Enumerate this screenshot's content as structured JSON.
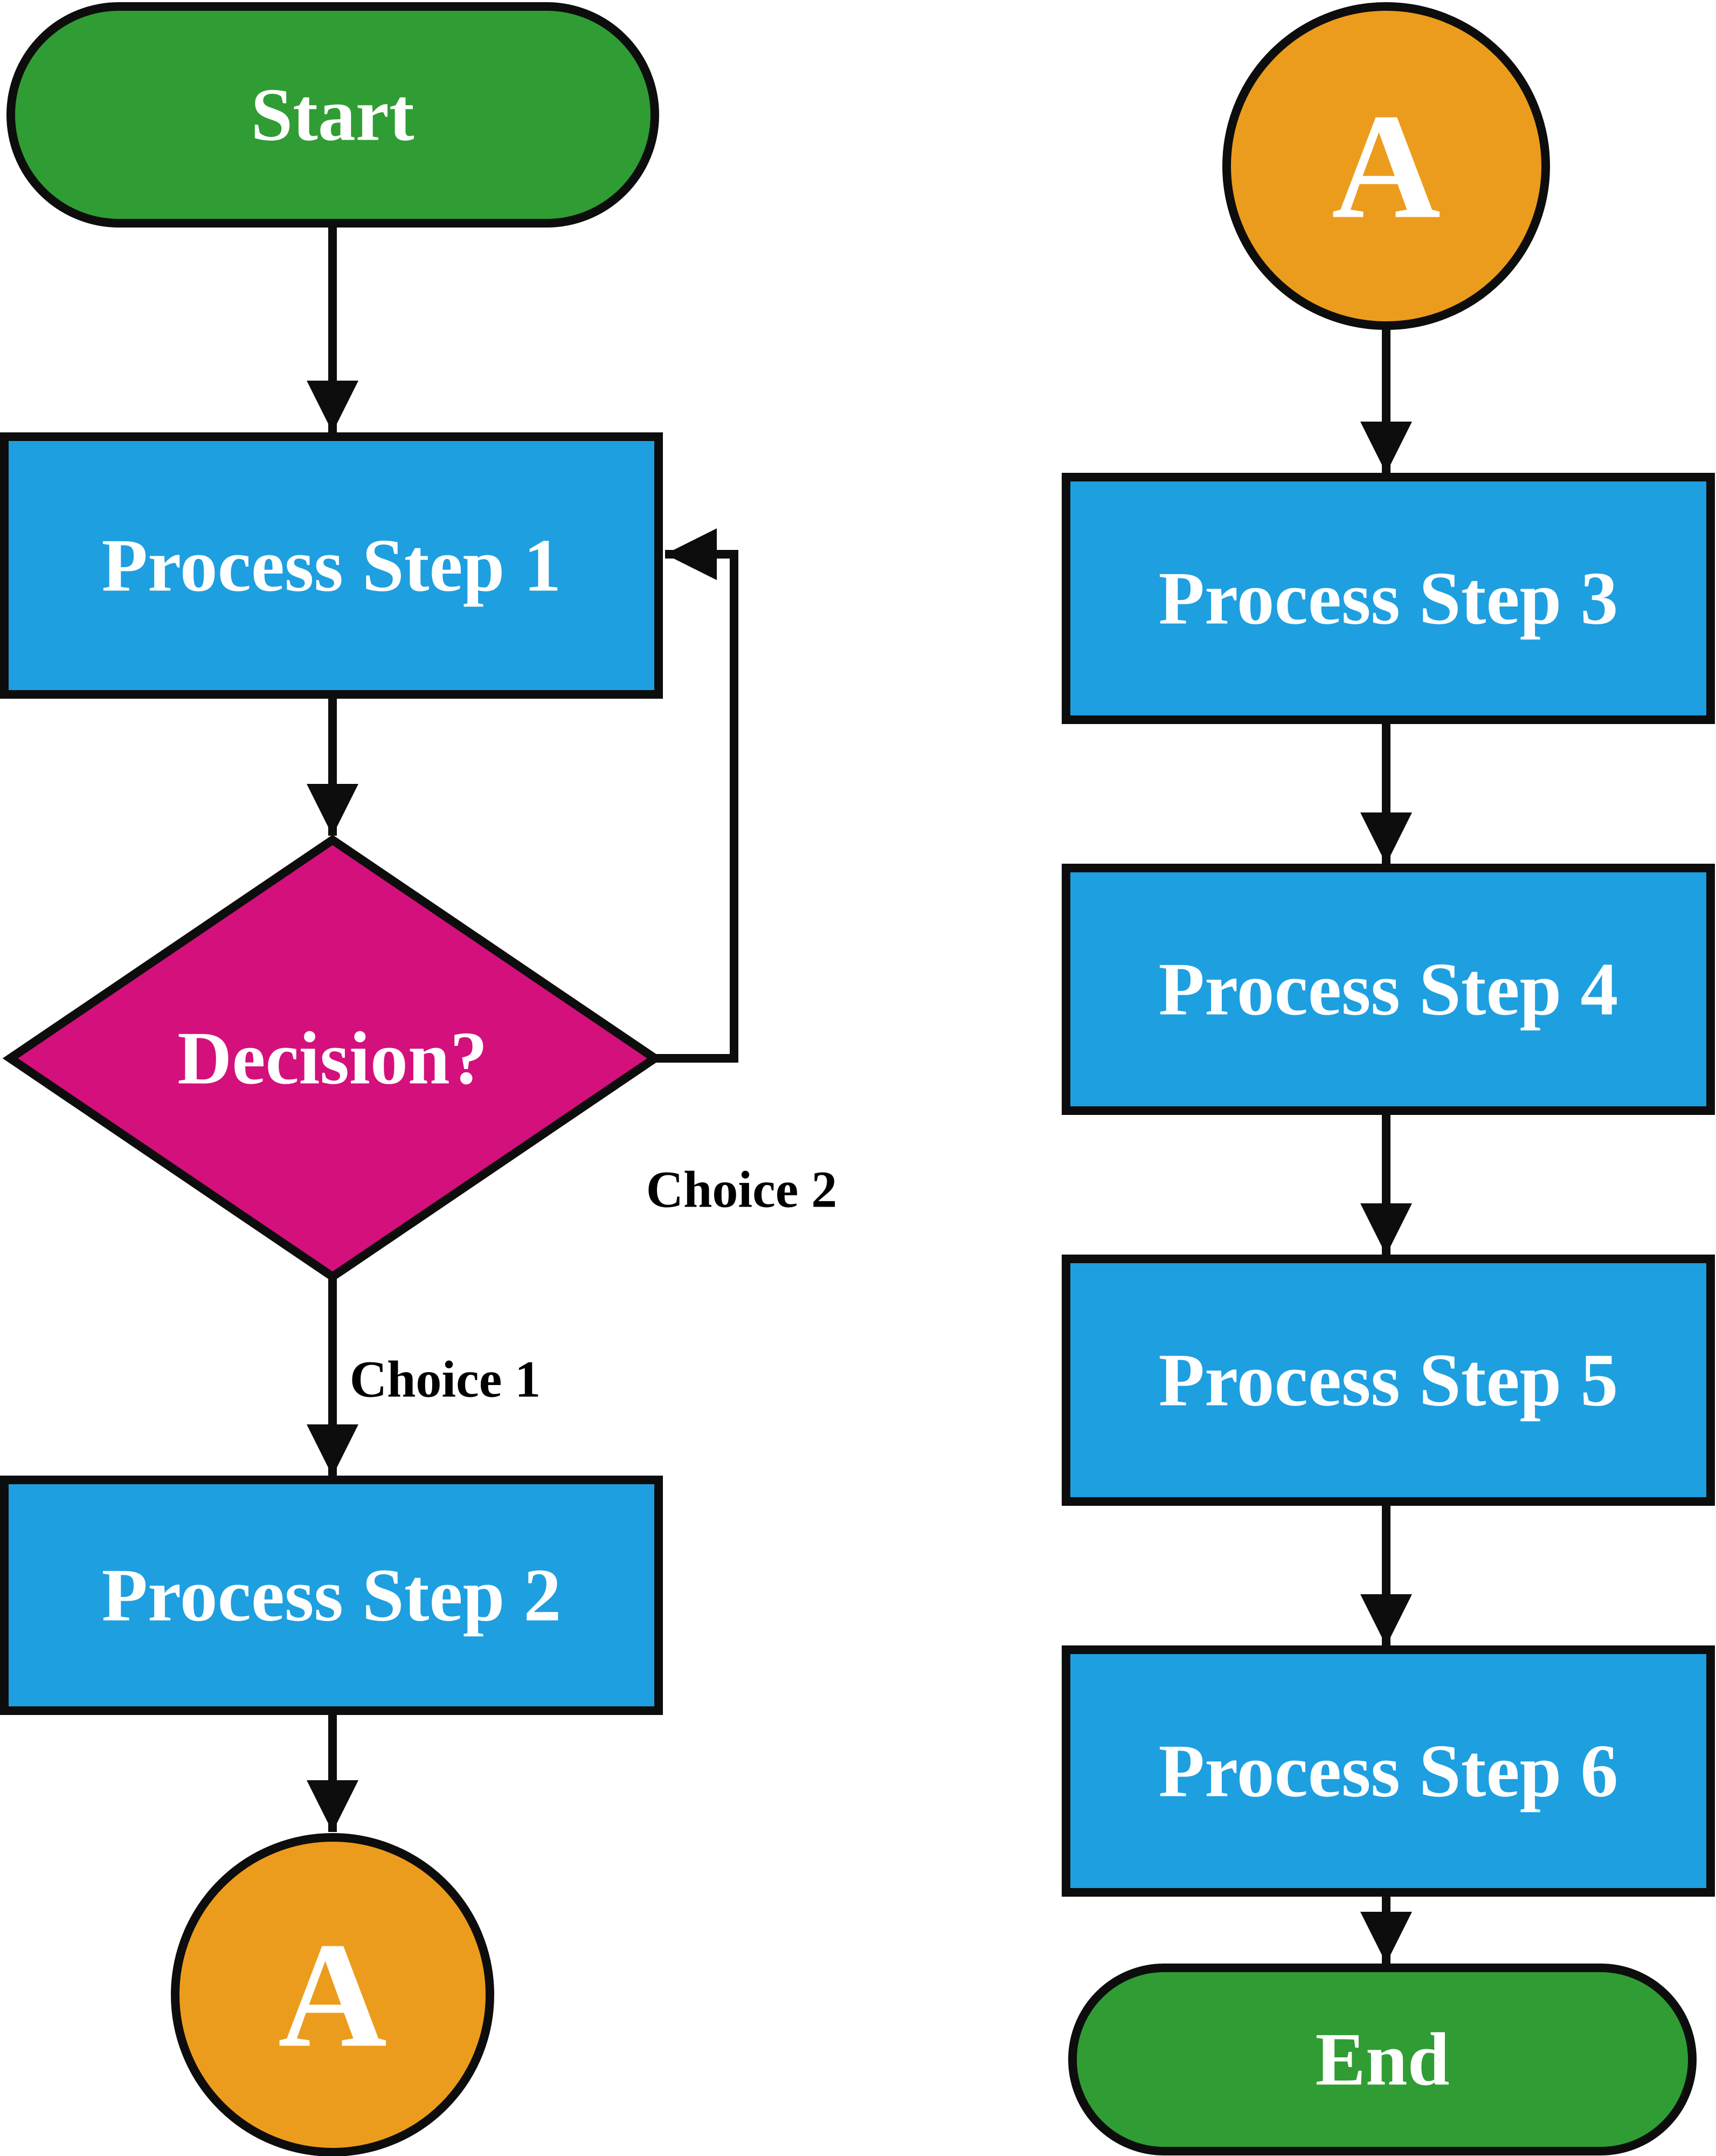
{
  "diagram": {
    "type": "flowchart",
    "background": "#ffffff",
    "colors": {
      "terminator_green": "#2F9D33",
      "process_blue": "#1E9FE0",
      "decision_magenta": "#D4107C",
      "connector_orange": "#EC9C1C",
      "line": "#0d0d0d",
      "text_light": "#ffffff",
      "text_dark": "#000000"
    },
    "nodes": {
      "start": {
        "label": "Start",
        "shape": "stadium"
      },
      "step1": {
        "label": "Process Step 1",
        "shape": "process"
      },
      "decision": {
        "label": "Decision?",
        "shape": "decision"
      },
      "step2": {
        "label": "Process Step 2",
        "shape": "process"
      },
      "connector_a_out": {
        "label": "A",
        "shape": "connector-circle"
      },
      "connector_a_in": {
        "label": "A",
        "shape": "connector-circle"
      },
      "step3": {
        "label": "Process Step 3",
        "shape": "process"
      },
      "step4": {
        "label": "Process Step 4",
        "shape": "process"
      },
      "step5": {
        "label": "Process Step 5",
        "shape": "process"
      },
      "step6": {
        "label": "Process Step 6",
        "shape": "process"
      },
      "end": {
        "label": "End",
        "shape": "stadium"
      }
    },
    "edge_labels": {
      "choice1": {
        "label": "Choice 1"
      },
      "choice2": {
        "label": "Choice 2"
      }
    },
    "edges": [
      {
        "from": "start",
        "to": "step1",
        "label": ""
      },
      {
        "from": "step1",
        "to": "decision",
        "label": ""
      },
      {
        "from": "decision",
        "to": "step2",
        "label": "Choice 1"
      },
      {
        "from": "decision",
        "to": "step1",
        "label": "Choice 2",
        "style": "loop-back"
      },
      {
        "from": "step2",
        "to": "connector_a_out",
        "label": ""
      },
      {
        "from": "connector_a_in",
        "to": "step3",
        "label": ""
      },
      {
        "from": "step3",
        "to": "step4",
        "label": ""
      },
      {
        "from": "step4",
        "to": "step5",
        "label": ""
      },
      {
        "from": "step5",
        "to": "step6",
        "label": ""
      },
      {
        "from": "step6",
        "to": "end",
        "label": ""
      }
    ]
  }
}
